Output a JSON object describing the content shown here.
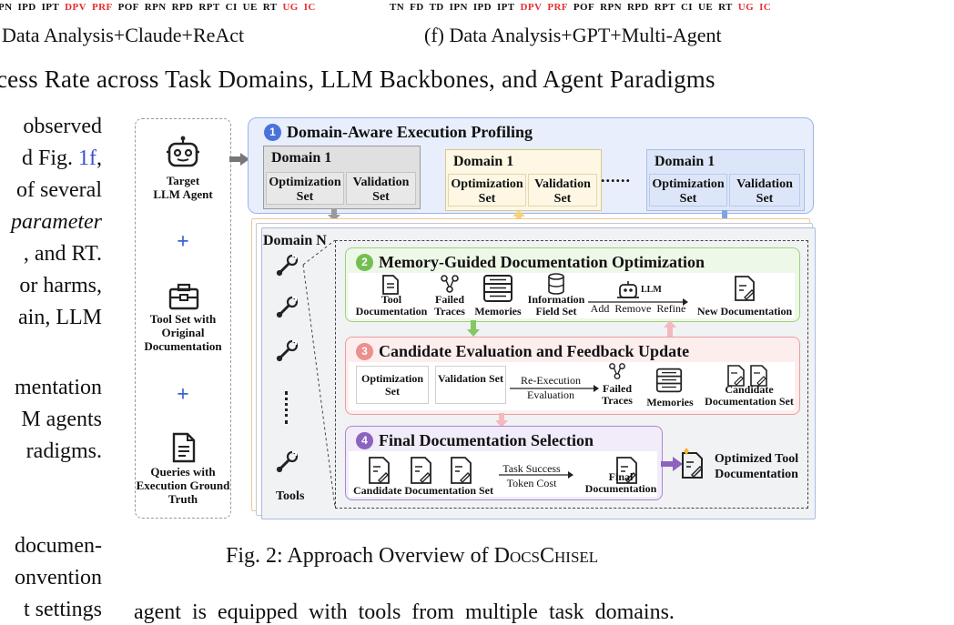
{
  "top_rows": {
    "left_tags": [
      "PN",
      "IPD",
      "IPT",
      "DPV",
      "PRF",
      "POF",
      "RPN",
      "RPD",
      "RPT",
      "CI",
      "UE",
      "RT",
      "UG",
      "IC"
    ],
    "right_tags": [
      "TN",
      "FD",
      "TD",
      "IPN",
      "IPD",
      "IPT",
      "DPV",
      "PRF",
      "POF",
      "RPN",
      "RPD",
      "RPT",
      "CI",
      "UE",
      "RT",
      "UG",
      "IC"
    ],
    "red_tags": [
      "DPV",
      "PRF",
      "UG",
      "IC"
    ]
  },
  "subcaption_left": "Data Analysis+Claude+ReAct",
  "subcaption_right": "(f) Data Analysis+GPT+Multi-Agent",
  "figure_title": "cess Rate across Task Domains, LLM Backbones, and Agent Paradigms",
  "body_left": [
    {
      "text": "observed"
    },
    {
      "pre": "d Fig. ",
      "link": "1f",
      "post": ","
    },
    {
      "text": "of several"
    },
    {
      "text": "parameter",
      "italic": true
    },
    {
      "text": ", and RT."
    },
    {
      "text": "or harms,"
    },
    {
      "text": "ain, LLM"
    },
    {
      "text": "mentation"
    },
    {
      "text": "M agents"
    },
    {
      "text": "radigms."
    },
    {
      "text": "documen-"
    },
    {
      "text": "onvention"
    },
    {
      "text": "t settings"
    }
  ],
  "body_bottom": "agent is equipped with tools from multiple task domains.",
  "diagram": {
    "left_panel": {
      "agent_label": "Target LLM Agent",
      "toolset_label": "Tool Set with Original Documentation",
      "queries_label": "Queries with Execution Ground Truth",
      "plus": "+"
    },
    "stage1": {
      "num": "1",
      "title": "Domain-Aware Execution Profiling",
      "domains": [
        {
          "title": "Domain 1",
          "opt": "Optimization Set",
          "val": "Validation Set"
        },
        {
          "title": "Domain 1",
          "opt": "Optimization Set",
          "val": "Validation Set"
        },
        {
          "title": "Domain 1",
          "opt": "Optimization Set",
          "val": "Validation Set"
        }
      ],
      "ellipsis": "......"
    },
    "domain_n_label": "Domain N",
    "tools_label": "Tools",
    "stage2": {
      "num": "2",
      "title": "Memory-Guided Documentation Optimization",
      "items": [
        "Tool Documentation",
        "Failed Traces",
        "Memories",
        "Information Field Set"
      ],
      "llm": "LLM",
      "arrow_label": "Add  Remove  Refine",
      "output": "New Documentation"
    },
    "stage3": {
      "num": "3",
      "title": "Candidate Evaluation and Feedback Update",
      "opt": "Optimization Set",
      "val": "Validation Set",
      "arrow_top": "Re-Execution",
      "arrow_bottom": "Evaluation",
      "items": [
        "Failed Traces",
        "Memories",
        "Candidate Documentation Set"
      ]
    },
    "stage4": {
      "num": "4",
      "title": "Final Documentation Selection",
      "input": "Candidate Documentation Set",
      "arrow_top": "Task Success",
      "arrow_bottom": "Token Cost",
      "output": "Final Documentation",
      "final": "Optimized Tool Documentation"
    }
  },
  "caption": {
    "prefix": "Fig. 2: Approach Overview of ",
    "name": "DocsChisel"
  },
  "colors": {
    "stage1": "#4a72d9",
    "stage2": "#74bf53",
    "stage3": "#ec8f8f",
    "stage4": "#8c63bf",
    "red_tag": "#e53030",
    "link": "#3a4fd0"
  }
}
